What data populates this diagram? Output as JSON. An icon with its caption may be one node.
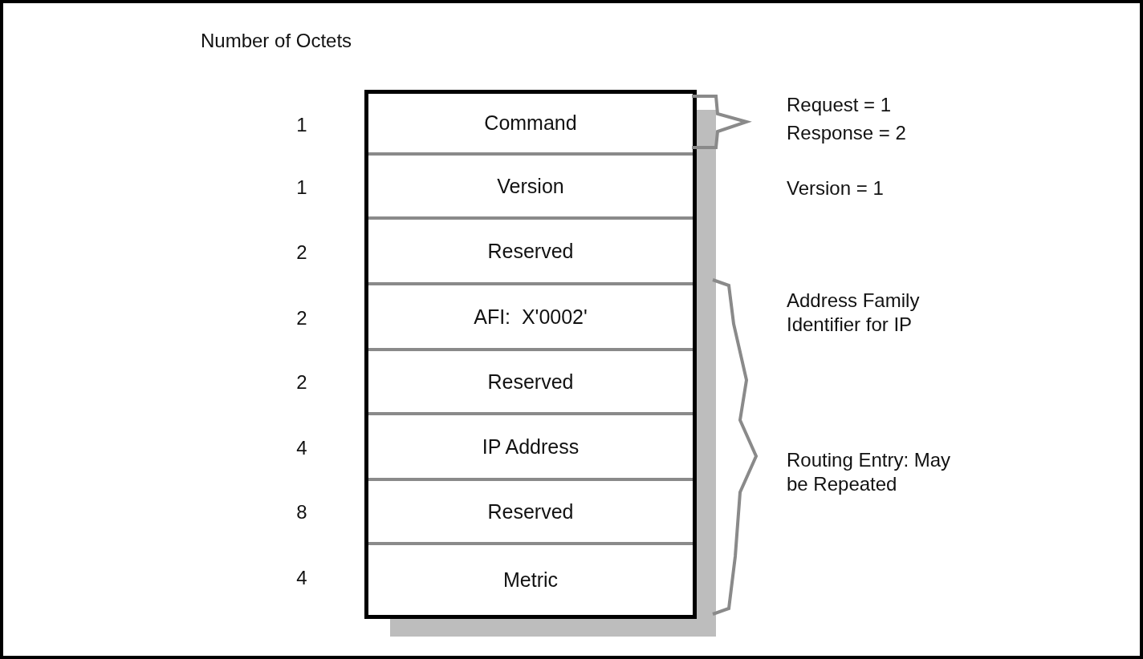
{
  "diagram": {
    "nodes": [
      {
        "text": [
          "Command"
        ]
      },
      {
        "text": [
          "Version"
        ]
      },
      {
        "text": [
          "Reserved"
        ]
      },
      {
        "text": [
          "AFI:  X'0002'"
        ]
      },
      {
        "text": [
          "Reserved"
        ]
      },
      {
        "text": [
          "IP Address"
        ]
      },
      {
        "text": [
          "Reserved"
        ]
      },
      {
        "text": [
          "Metric"
        ]
      }
    ],
    "labels": [
      "Number of Octets",
      "1",
      "Request = 1",
      "Response = 2",
      "1",
      "Version = 1",
      "2",
      "2",
      "Address Family Identifier for IP",
      "2",
      "4",
      "Routing Entry: May be Repeated",
      "8",
      "4"
    ]
  }
}
